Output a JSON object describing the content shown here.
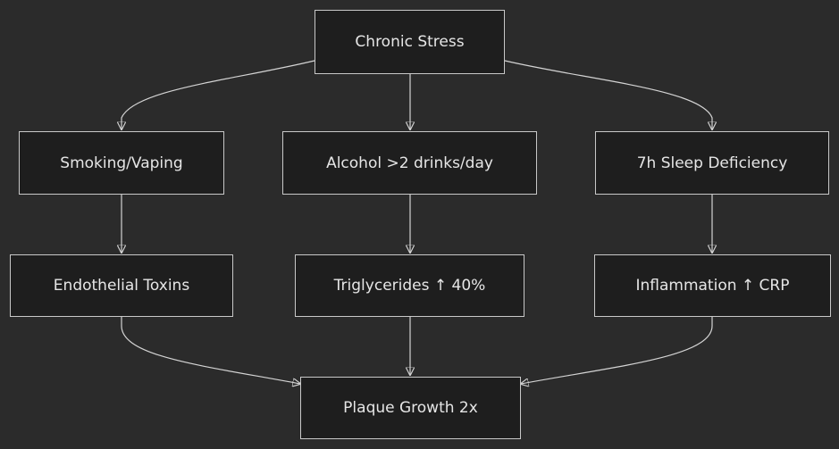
{
  "diagram": {
    "nodes": {
      "chronic_stress": "Chronic Stress",
      "smoking": "Smoking/Vaping",
      "alcohol": "Alcohol >2 drinks/day",
      "sleep": "7h Sleep Deficiency",
      "endothelial": "Endothelial Toxins",
      "triglycerides": "Triglycerides ↑ 40%",
      "inflammation": "Inflammation ↑ CRP",
      "plaque": "Plaque Growth 2x"
    },
    "edges": [
      [
        "chronic_stress",
        "smoking"
      ],
      [
        "chronic_stress",
        "alcohol"
      ],
      [
        "chronic_stress",
        "sleep"
      ],
      [
        "smoking",
        "endothelial"
      ],
      [
        "alcohol",
        "triglycerides"
      ],
      [
        "sleep",
        "inflammation"
      ],
      [
        "endothelial",
        "plaque"
      ],
      [
        "triglycerides",
        "plaque"
      ],
      [
        "inflammation",
        "plaque"
      ]
    ]
  }
}
